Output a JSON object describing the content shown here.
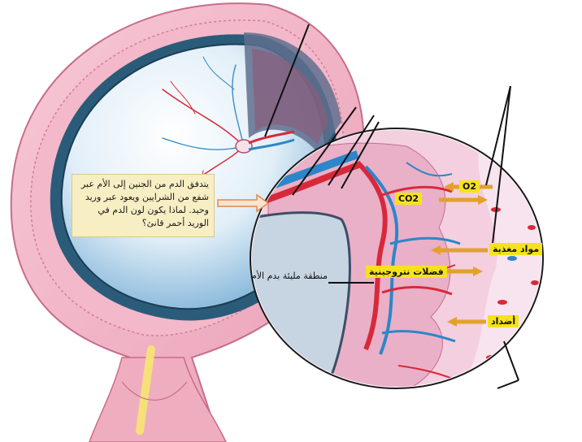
{
  "callout": {
    "text": "يتدفق الدم من الجنين إلى الأم عبر شفع من الشرايين ويعود عبر وريد وحيد. لماذا يكون لون الدم في الوريد أحمر قانئ؟"
  },
  "zone_label": "منطقة مليئة بدم الأم",
  "exchange_labels": {
    "o2": "O2",
    "co2": "CO2",
    "nutrients": "مواد مغذية",
    "nitrogen_waste": "فضلات نتروجينية",
    "antibodies": "أضداد"
  },
  "colors": {
    "artery": "#d8293a",
    "vein": "#2d86c8",
    "highlight": "#f6e21c",
    "callout_bg": "#f8eec4",
    "tissue": "#f1bccb"
  }
}
